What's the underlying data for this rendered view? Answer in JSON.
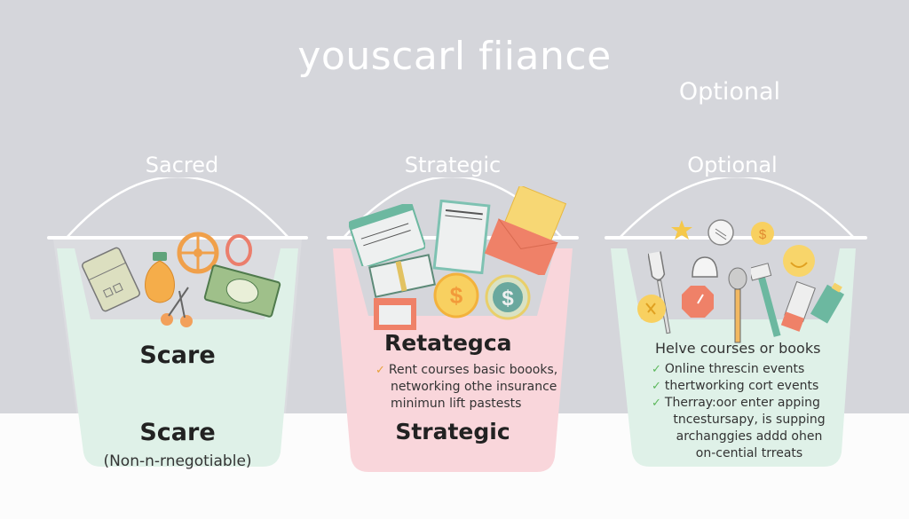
{
  "title": "youscarl fiiance",
  "subtitle": "Optional",
  "colors": {
    "background_top": "#d5d6db",
    "background_bottom": "#fcfcfc",
    "sacred_fill": "#dff1e8",
    "strategic_fill": "#f9d6db",
    "optional_fill": "#dff1e8",
    "check_orange": "#e8a23a",
    "check_green": "#5cb85c"
  },
  "buckets": [
    {
      "id": "sacred",
      "handle_label": "Sacred",
      "heading_top": "Scare",
      "heading_bottom": "Scare",
      "caption": "(Non-n-rnegotiable)",
      "icons": [
        "house-icon",
        "lightbulb-icon",
        "steering-wheel-icon",
        "ring-icon",
        "scissors-icon",
        "cash-icon"
      ]
    },
    {
      "id": "strategic",
      "handle_label": "Strategic",
      "heading_top": "Retategca",
      "list": [
        {
          "check": "✓",
          "text": "Rent courses basic boooks,"
        },
        {
          "check": "",
          "text": "networking othe insurance"
        },
        {
          "check": "",
          "text": "minimun lift pastests"
        }
      ],
      "heading_bottom": "Strategic",
      "icons": [
        "browser-window-icon",
        "notebook-icon",
        "envelope-letter-icon",
        "cash-stack-icon",
        "dollar-coin-icon",
        "dollar-coin-icon",
        "toolbox-icon"
      ]
    },
    {
      "id": "optional",
      "handle_label": "Optional",
      "heading_top": "Helve courses or books",
      "list": [
        {
          "check": "✓",
          "text": "Online threscin events"
        },
        {
          "check": "✓",
          "text": "thertworking cort events"
        },
        {
          "check": "✓",
          "text": "Therray:oor enter apping"
        },
        {
          "check": "",
          "text": "tncestursapy, is supping"
        },
        {
          "check": "",
          "text": "archanggies addd ohen"
        },
        {
          "check": "",
          "text": "on-cential trreats"
        }
      ],
      "icons": [
        "star-icon",
        "badge-icon",
        "dollar-coin-icon",
        "smiley-icon",
        "fork-icon",
        "bell-icon",
        "brush-icon",
        "wrench-icon",
        "comb-icon",
        "battery-icon",
        "coin-icon",
        "stop-sign-icon"
      ]
    }
  ]
}
